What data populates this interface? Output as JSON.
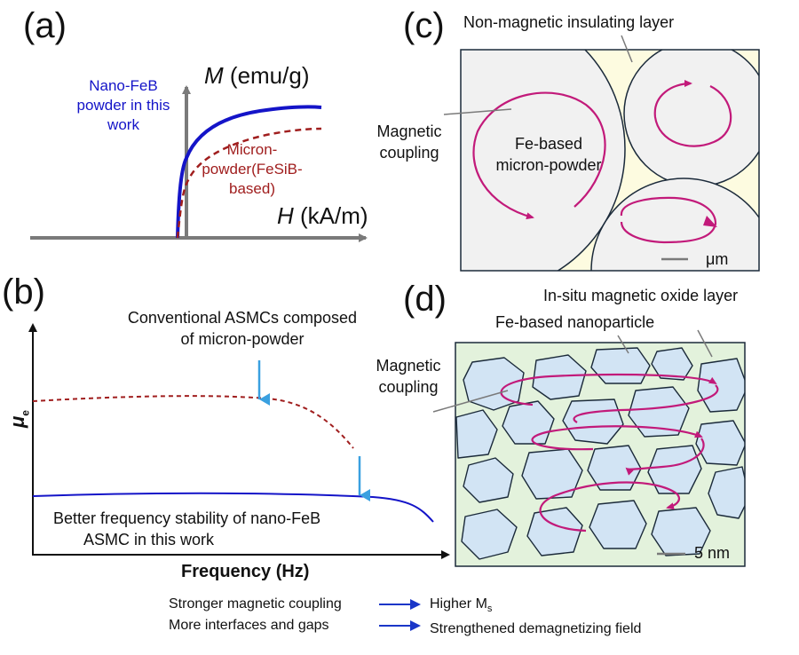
{
  "panel_a": {
    "label": "(a)",
    "y_axis_symbol": "M",
    "y_axis_unit": "(emu/g)",
    "x_axis_symbol": "H",
    "x_axis_unit": "(kA/m)",
    "series": [
      {
        "name_lines": [
          "Nano-FeB",
          "powder in this",
          "work"
        ],
        "color": "#1414c8"
      },
      {
        "name_lines": [
          "Micron-",
          "powder(FeSiB-",
          "based)"
        ],
        "color": "#a01e1e"
      }
    ]
  },
  "panel_b": {
    "label": "(b)",
    "y_axis_symbol": "μ",
    "y_axis_subscript": "e",
    "x_axis_label": "Frequency (Hz)",
    "annotation_top": [
      "Conventional ASMCs composed",
      "of micron-powder"
    ],
    "annotation_bottom": [
      "Better frequency stability of nano-FeB",
      "ASMC in this work"
    ],
    "colors": {
      "nano": "#1414c8",
      "micron": "#a01e1e",
      "arrow": "#3aa0e0"
    }
  },
  "panel_c": {
    "label": "(c)",
    "insulating_layer_label": "Non-magnetic insulating layer",
    "coupling_label": [
      "Magnetic",
      "coupling"
    ],
    "particle_label": [
      "Fe-based",
      "micron-powder"
    ],
    "scale_label": "μm",
    "colors": {
      "background": "#fdfbe0",
      "particle": "#f1f1f1",
      "loop": "#c21a7a"
    }
  },
  "panel_d": {
    "label": "(d)",
    "oxide_layer_label": "In-situ magnetic oxide layer",
    "nanoparticle_label": "Fe-based nanoparticle",
    "coupling_label": [
      "Magnetic",
      "coupling"
    ],
    "scale_label": "5 nm",
    "colors": {
      "background": "#e3f2dc",
      "particle": "#d2e4f4",
      "loop": "#c21a7a"
    }
  },
  "legend": {
    "rows": [
      {
        "cause": "Stronger magnetic coupling",
        "effect_text": "Higher M",
        "effect_subscript": "s"
      },
      {
        "cause": "More interfaces and gaps",
        "effect_text": "Strengthened demagnetizing field",
        "effect_subscript": ""
      }
    ],
    "arrow_color": "#1a36c8"
  }
}
